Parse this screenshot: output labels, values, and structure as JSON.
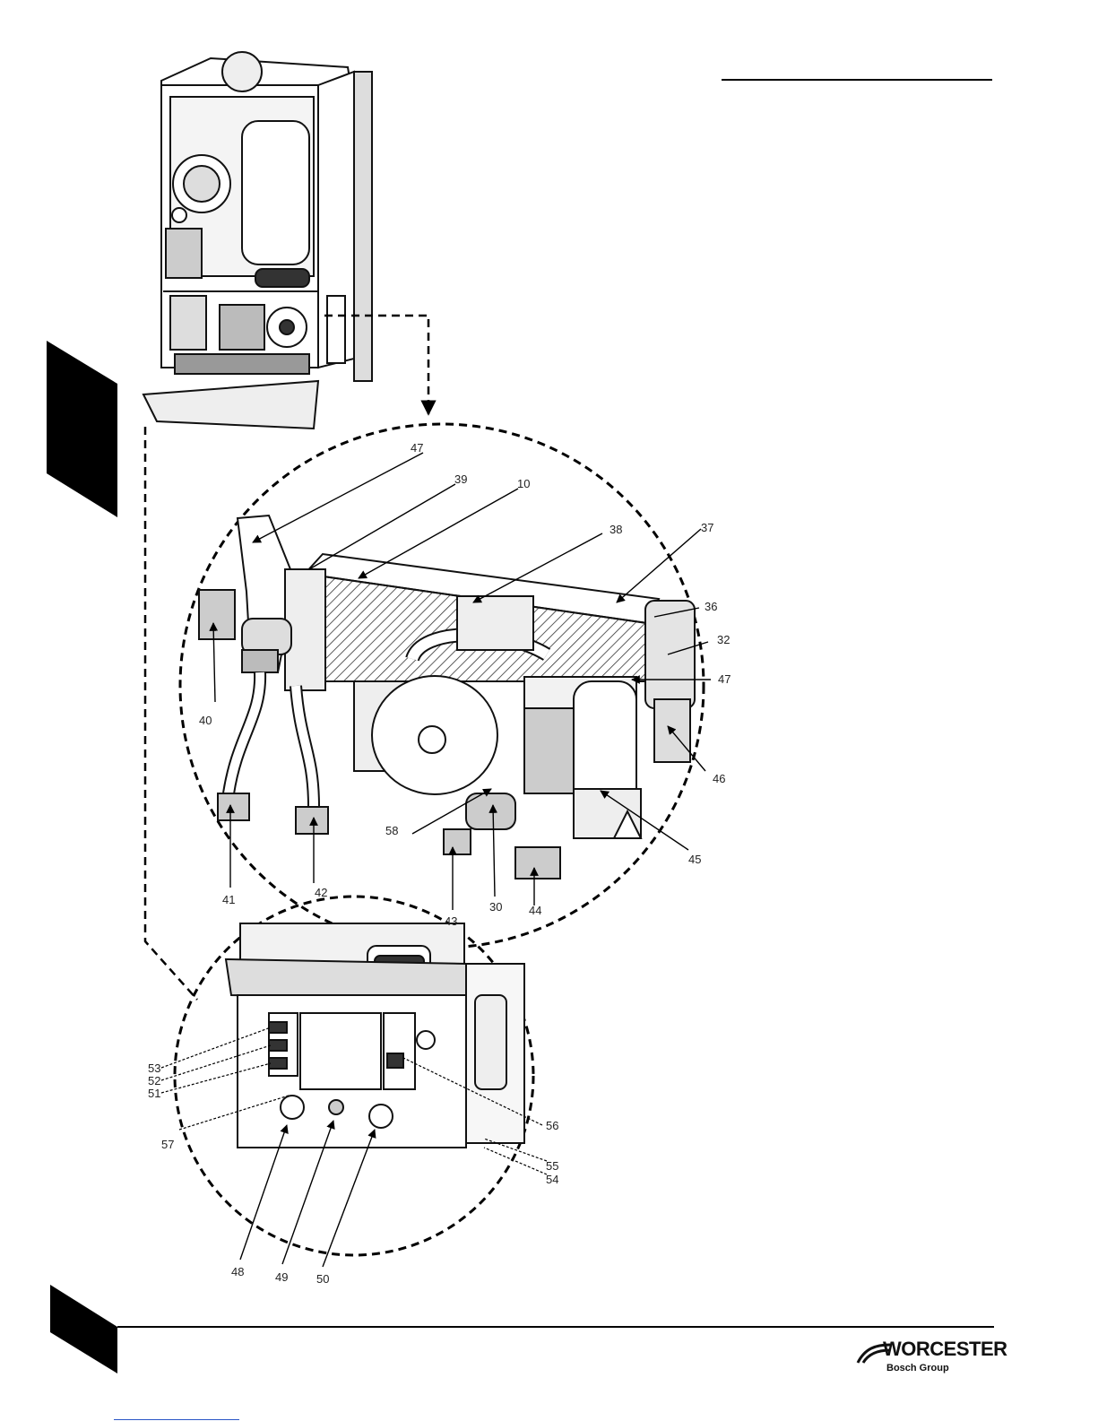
{
  "page": {
    "section_tab_color": "#000000",
    "footer_tab_color": "#000000"
  },
  "diagram": {
    "labels": {
      "l47a": "47",
      "l39": "39",
      "l10": "10",
      "l38": "38",
      "l37": "37",
      "l36": "36",
      "l32": "32",
      "l47b": "47",
      "l40": "40",
      "l46": "46",
      "l58": "58",
      "l45": "45",
      "l41": "41",
      "l42": "42",
      "l43": "43",
      "l30": "30",
      "l44": "44",
      "l53": "53",
      "l52": "52",
      "l51": "51",
      "l57": "57",
      "l56": "56",
      "l55": "55",
      "l54": "54",
      "l48": "48",
      "l49": "49",
      "l50": "50"
    }
  },
  "brand": {
    "name": "WORCESTER",
    "sub": "Bosch Group",
    "icon": "worcester-swoosh-icon"
  }
}
